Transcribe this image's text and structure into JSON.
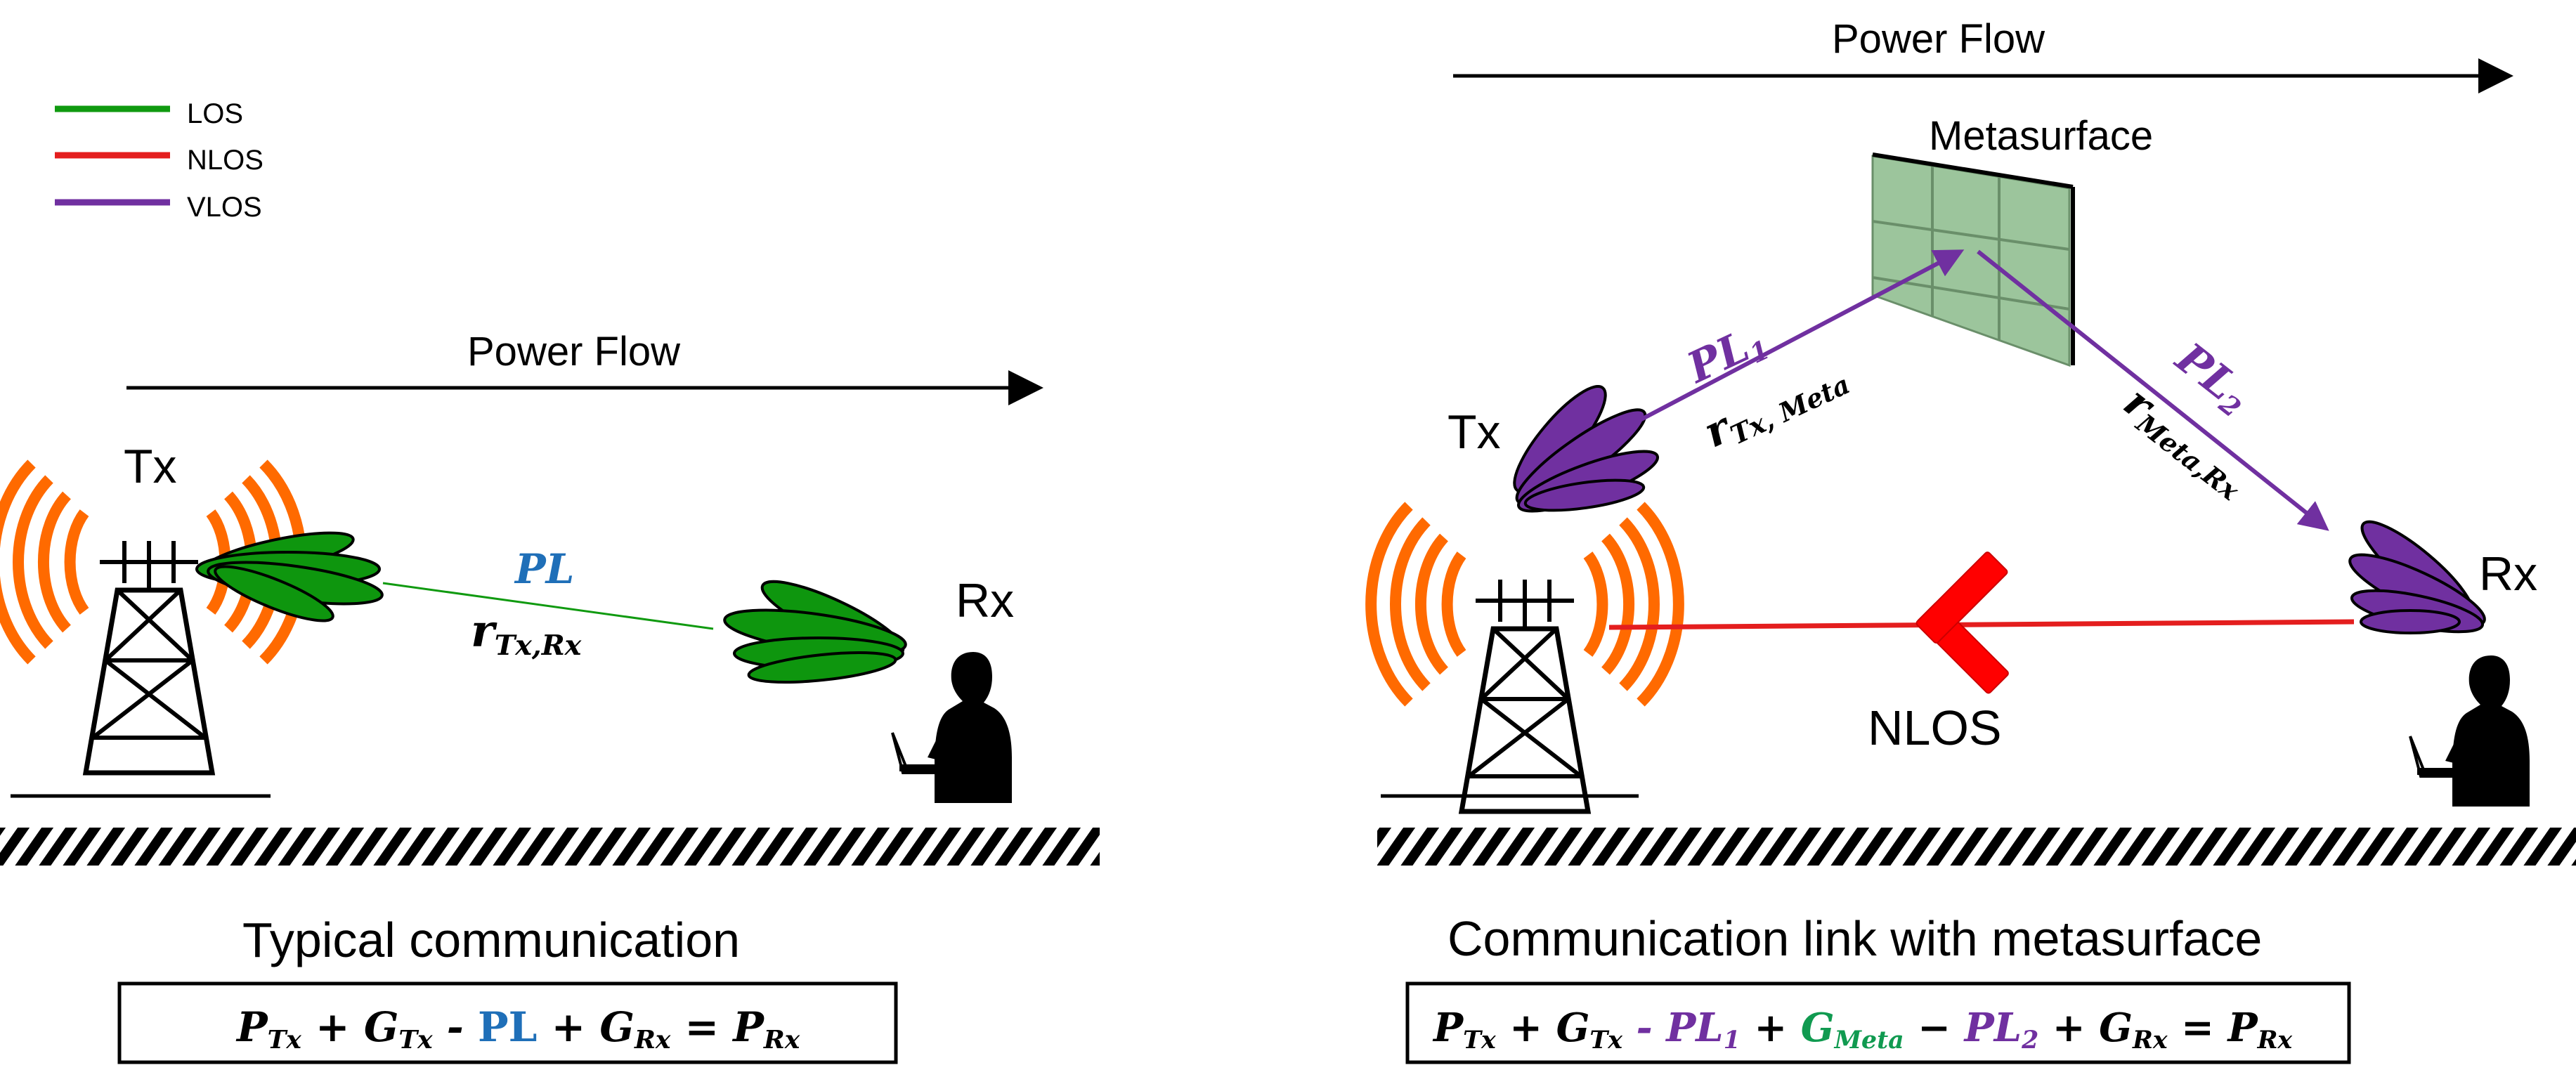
{
  "legend": [
    {
      "label": "LOS",
      "color": "#109a10"
    },
    {
      "label": "NLOS",
      "color": "#e41e1e"
    },
    {
      "label": "VLOS",
      "color": "#7030a0"
    }
  ],
  "colors": {
    "los": "#109a10",
    "nlos": "#e41e1e",
    "vlos": "#7030a0",
    "pl_blue": "#1f6fb8",
    "antenna": "#ff6a00",
    "metasurface": "#9cc59c",
    "lobe_green": "#0e960e",
    "lobe_purple": "#7030a0"
  },
  "left": {
    "power_flow": "Power Flow",
    "tx": "Tx",
    "rx": "Rx",
    "pl": "PL",
    "r_main": "r",
    "r_sub": "Tx,Rx",
    "caption": "Typical communication",
    "eq": {
      "p": "P",
      "tx": "Tx",
      "plus1": " + ",
      "g": "G",
      "minus": " - ",
      "pl": "PL",
      "plus2": " + ",
      "g2": "G",
      "rx": "Rx",
      "eq": " = ",
      "p2": "P",
      "rx2": "Rx"
    }
  },
  "right": {
    "power_flow": "Power Flow",
    "metasurface": "Metasurface",
    "tx": "Tx",
    "rx": "Rx",
    "nlos": "NLOS",
    "pl1_main": "PL",
    "pl1_sub": "1",
    "r1_main": "r",
    "r1_sub": "Tx, Meta",
    "pl2_main": "PL",
    "pl2_sub": "2",
    "r2_main": "r",
    "r2_sub": "Meta,Rx",
    "caption": "Communication link with metasurface",
    "eq": {
      "p": "P",
      "tx": "Tx",
      "plus1": " + ",
      "g": "G",
      "tx2": "Tx",
      "minus1": " - ",
      "pl1": "PL",
      "one": "1",
      "plus2": " + ",
      "gm": "G",
      "meta": "Meta",
      "minus2": " − ",
      "pl2": "PL",
      "two": "2",
      "plus3": "  +  ",
      "g3": "G",
      "rx": "Rx",
      "eq": " = ",
      "p2": "P",
      "rx2": "Rx"
    }
  }
}
